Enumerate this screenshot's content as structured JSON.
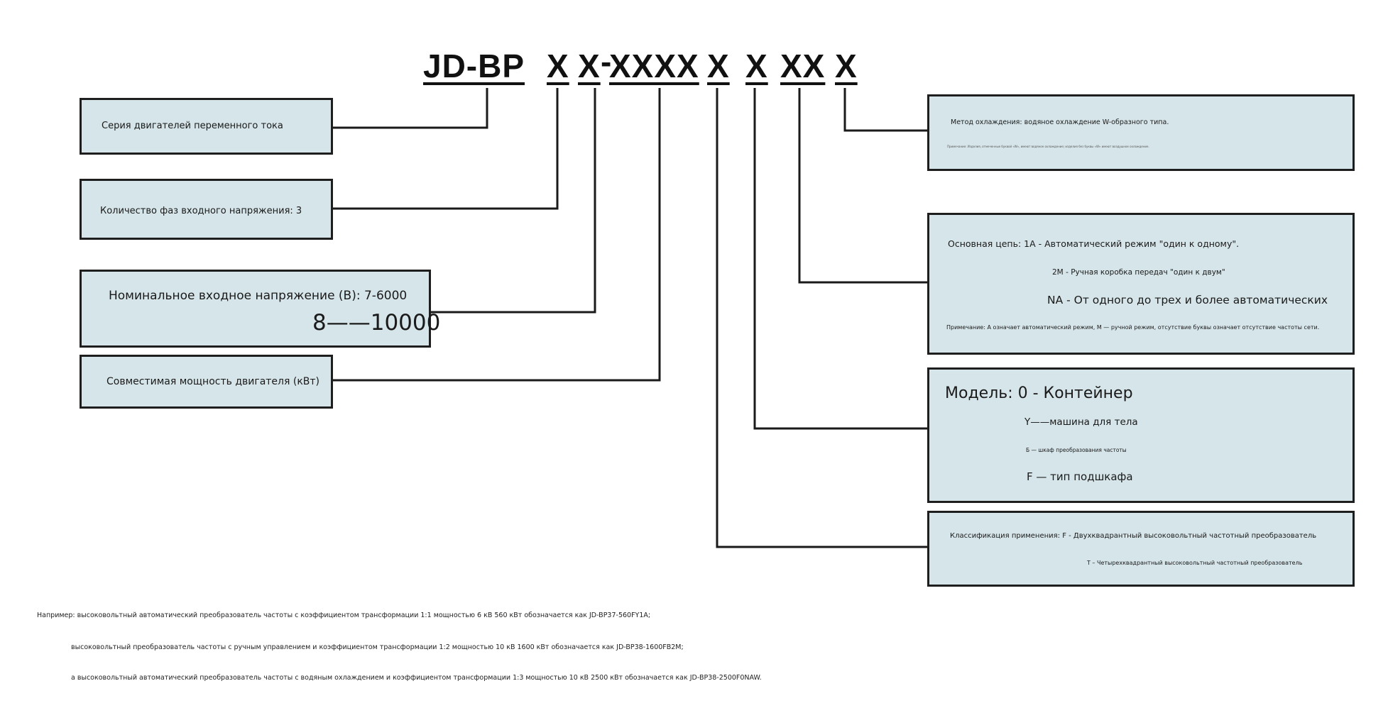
{
  "code": {
    "prefix": "JD-BP",
    "seg_phase": "X",
    "seg_voltage": "X",
    "dash": "-",
    "seg_power": "XXXX",
    "seg_app": "X",
    "seg_model": "X",
    "seg_circuit": "XX",
    "seg_cooling": "X"
  },
  "left_boxes": {
    "series": "Серия двигателей переменного тока",
    "phases": "Количество фаз входного напряжения: 3",
    "voltage_line1": "Номинальное входное напряжение (В): 7-6000",
    "voltage_line2": "8——10000",
    "power": "Совместимая мощность двигателя (кВт)"
  },
  "right_boxes": {
    "cooling_main": "Метод охлаждения: водяное охлаждение W-образного типа.",
    "cooling_note": "Примечание: Изделия, отмеченные буквой «W», имеют водяное охлаждение; изделия без буквы «W» имеют воздушное охлаждение.",
    "circuit_line1": "Основная цепь: 1A - Автоматический режим \"один к одному\".",
    "circuit_line2": "2M - Ручная коробка передач \"один к двум\"",
    "circuit_line3": "NA - От одного до трех и более автоматических",
    "circuit_note": "Примечание: A означает автоматический режим, M — ручной режим, отсутствие буквы означает отсутствие частоты сети.",
    "model_line1": "Модель: 0 - Контейнер",
    "model_line2": "Y——машина для тела",
    "model_line3": "Б — шкаф преобразования частоты",
    "model_line4": "F — тип подшкафа",
    "app_line1": "Классификация применения: F - Двухквадрантный высоковольтный частотный преобразователь",
    "app_line2": "T – Четырехквадрантный высоковольтный частотный преобразователь"
  },
  "examples": {
    "line1": "Например: высоковольтный автоматический преобразователь частоты с коэффициентом трансформации 1:1 мощностью 6 кВ 560 кВт обозначается как JD-BP37-560FY1A;",
    "line2": "высоковольтный преобразователь частоты с ручным управлением и коэффициентом трансформации 1:2 мощностью 10 кВ 1600 кВт обозначается как JD-BP38-1600FB2M;",
    "line3": "а высоковольтный автоматический преобразователь частоты с водяным охлаждением и коэффициентом трансформации 1:3 мощностью 10 кВ 2500 кВт обозначается как JD-BP38-2500F0NAW."
  }
}
